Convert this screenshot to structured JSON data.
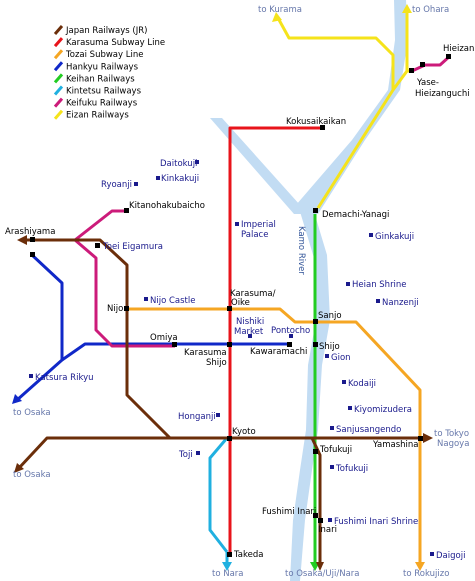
{
  "colors": {
    "jr": "#6b2e0a",
    "karasuma": "#e8141b",
    "tozai": "#f5a623",
    "hankyu": "#1028c8",
    "keihan": "#22cc22",
    "kintetsu": "#20b0e0",
    "keifuku": "#cc1b7a",
    "eizan": "#f5e31b",
    "river": "#c2dcf3",
    "station": "#000000",
    "landmark": "#1a1a8c",
    "destination": "#6677aa"
  },
  "legend": [
    {
      "key": "jr",
      "label": "Japan Railways (JR)"
    },
    {
      "key": "karasuma",
      "label": "Karasuma Subway Line"
    },
    {
      "key": "tozai",
      "label": "Tozai Subway Line"
    },
    {
      "key": "hankyu",
      "label": "Hankyu Railways"
    },
    {
      "key": "keihan",
      "label": "Keihan Railways"
    },
    {
      "key": "kintetsu",
      "label": "Kintetsu Railways"
    },
    {
      "key": "keifuku",
      "label": "Keifuku Railways"
    },
    {
      "key": "eizan",
      "label": "Eizan Railways"
    }
  ],
  "river": {
    "label": "Kamo River"
  },
  "destinations": {
    "kurama": "to Kurama",
    "ohara": "to Ohara",
    "osaka_hankyu": "to Osaka",
    "osaka_jr": "to Osaka",
    "tokyo_line1": "to Tokyo",
    "tokyo_line2": "Nagoya",
    "nara_kintetsu": "to Nara",
    "osaka_uji_nara": "to Osaka/Uji/Nara",
    "rokujizo": "to Rokujizo"
  },
  "stations": {
    "hieizan": "Hieizan",
    "yase_1": "Yase-",
    "yase_2": "Hieizanguchi",
    "kokusaikaikan": "Kokusaikaikan",
    "demachi": "Demachi-Yanagi",
    "kitanohakubaicho": "Kitanohakubaicho",
    "arashiyama": "Arashiyama",
    "nijo": "Nijo",
    "karasuma_oike_1": "Karasuma/",
    "karasuma_oike_2": "Oike",
    "sanjo": "Sanjo",
    "omiya": "Omiya",
    "karasuma_shijo_1": "Karasuma",
    "karasuma_shijo_2": "Shijo",
    "kawaramachi": "Kawaramachi",
    "shijo": "Shijo",
    "kyoto": "Kyoto",
    "tofukuji": "Tofukuji",
    "yamashina": "Yamashina",
    "fushimi_inari_1": "Fushimi Inari",
    "fushimi_inari_2": "Inari",
    "takeda": "Takeda"
  },
  "landmarks": {
    "daitokuji": "Daitokuji",
    "kinkakuji": "Kinkakuji",
    "ryoanji": "Ryoanji",
    "toei": "Toei Eigamura",
    "imperial_1": "Imperial",
    "imperial_2": "Palace",
    "ginkakuji": "Ginkakuji",
    "heian": "Heian Shrine",
    "nanzenji": "Nanzenji",
    "nijo_castle": "Nijo Castle",
    "nishiki_1": "Nishiki",
    "nishiki_2": "Market",
    "pontocho": "Pontocho",
    "gion": "Gion",
    "kodaiji": "Kodaiji",
    "kiyomizudera": "Kiyomizudera",
    "sanjusangendo": "Sanjusangendo",
    "katsura": "Katsura Rikyu",
    "honganji": "Honganji",
    "toji": "Toji",
    "tofukuji_temple": "Tofukuji",
    "fushimi_shrine": "Fushimi Inari Shrine",
    "daigoji": "Daigoji"
  }
}
